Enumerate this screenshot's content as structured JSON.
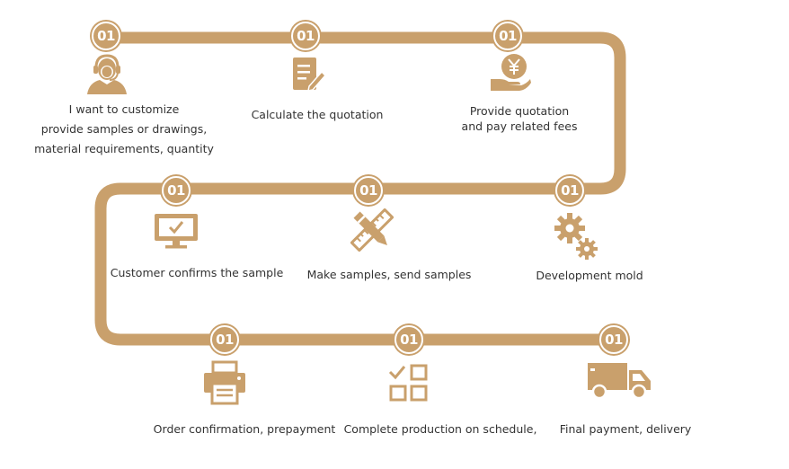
{
  "accent_color": "#c9a06c",
  "steps": [
    {
      "badge": "01",
      "icon": "customer-service-icon",
      "lines": [
        "I want to customize",
        "provide samples or drawings,",
        "material requirements, quantity"
      ]
    },
    {
      "badge": "01",
      "icon": "document-edit-icon",
      "lines": [
        "Calculate the quotation"
      ]
    },
    {
      "badge": "01",
      "icon": "yuan-coin-hand-icon",
      "lines": [
        "Provide quotation",
        "and pay related fees"
      ]
    },
    {
      "badge": "01",
      "icon": "gears-icon",
      "lines": [
        "Development mold"
      ]
    },
    {
      "badge": "01",
      "icon": "ruler-pencil-icon",
      "lines": [
        "Make samples, send samples"
      ]
    },
    {
      "badge": "01",
      "icon": "monitor-check-icon",
      "lines": [
        "Customer confirms the sample"
      ]
    },
    {
      "badge": "01",
      "icon": "printer-icon",
      "lines": [
        "Order confirmation, prepayment"
      ]
    },
    {
      "badge": "01",
      "icon": "checklist-grid-icon",
      "lines": [
        "Complete production on schedule,"
      ]
    },
    {
      "badge": "01",
      "icon": "delivery-truck-icon",
      "lines": [
        "Final payment, delivery"
      ]
    }
  ]
}
